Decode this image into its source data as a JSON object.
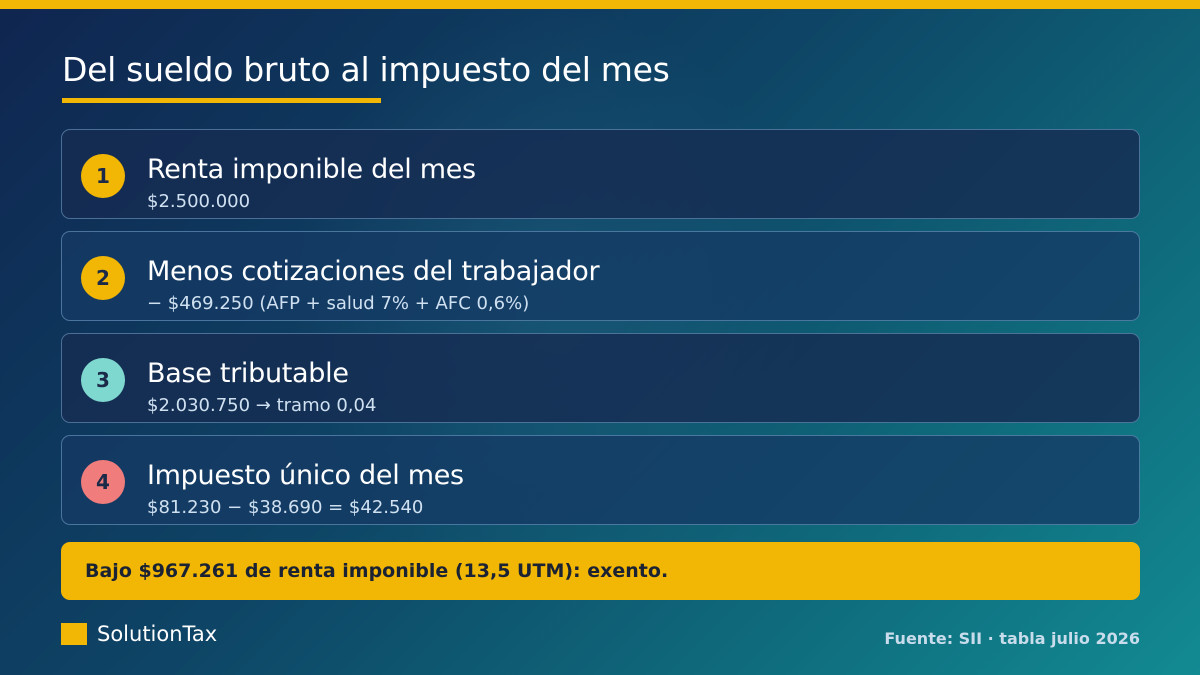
{
  "title": "Del sueldo bruto al impuesto del mes",
  "steps": [
    {
      "number": "1",
      "label": "Renta imponible del mes",
      "detail": "$2.500.000",
      "badge_color": "#f2b705"
    },
    {
      "number": "2",
      "label": "Menos cotizaciones del trabajador",
      "detail": "− $469.250  (AFP + salud 7% + AFC 0,6%)",
      "badge_color": "#f2b705"
    },
    {
      "number": "3",
      "label": "Base tributable",
      "detail": "$2.030.750  → tramo 0,04",
      "badge_color": "#7fd8cf"
    },
    {
      "number": "4",
      "label": "Impuesto único del mes",
      "detail": "$81.230 − $38.690 = $42.540",
      "badge_color": "#f07c7c"
    }
  ],
  "note": "Bajo $967.261 de renta imponible (13,5 UTM): exento.",
  "footer": {
    "brand": "SolutionTax",
    "source": "Fuente: SII · tabla julio 2026"
  },
  "colors": {
    "accent": "#f2b705"
  }
}
